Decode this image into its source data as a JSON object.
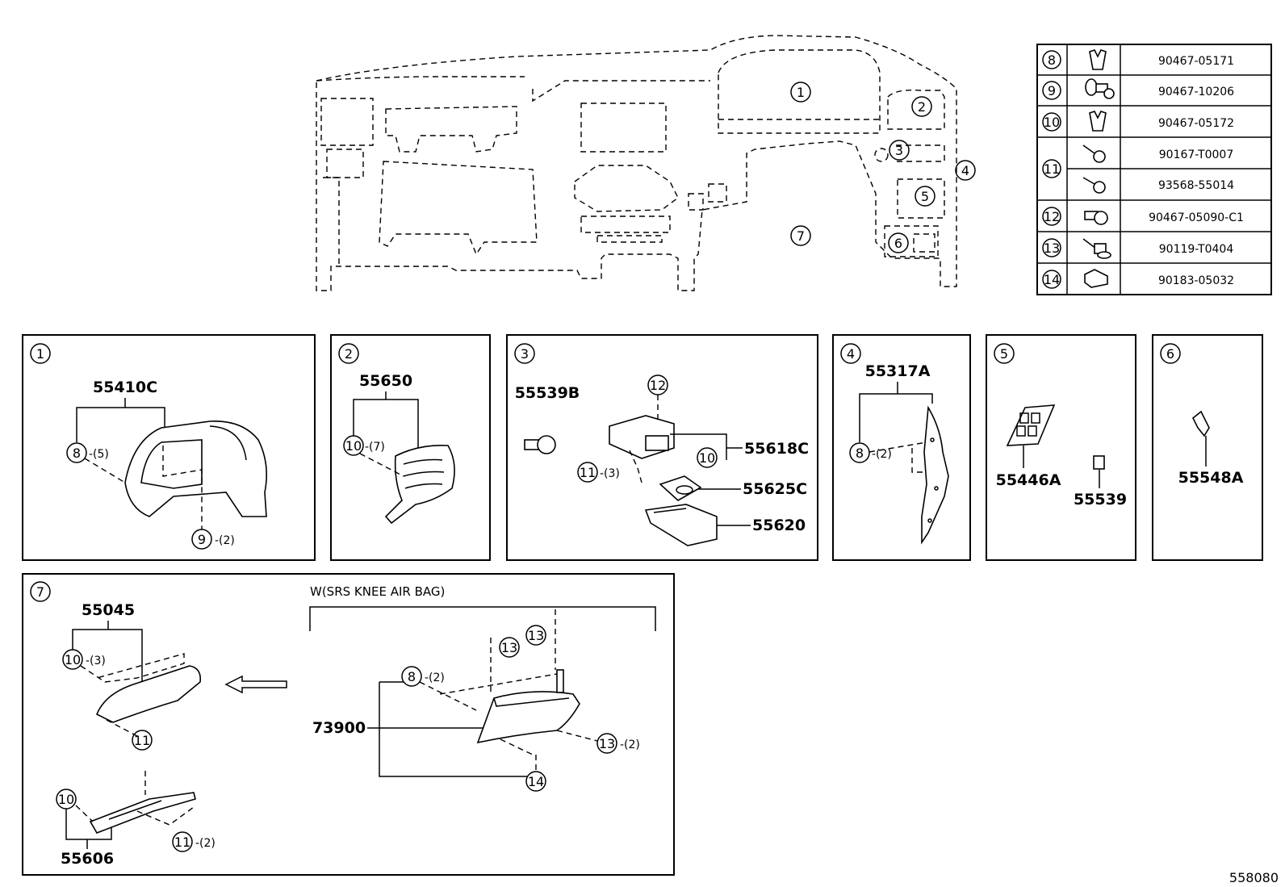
{
  "figure_number": "558080",
  "fastener_table": [
    {
      "ref": "8",
      "part_numbers": [
        "90467-05171"
      ],
      "icon": "clip-icon"
    },
    {
      "ref": "9",
      "part_numbers": [
        "90467-10206"
      ],
      "icon": "push-rivet-icon"
    },
    {
      "ref": "10",
      "part_numbers": [
        "90467-05172"
      ],
      "icon": "clip-icon"
    },
    {
      "ref": "11",
      "part_numbers": [
        "90167-T0007",
        "93568-55014"
      ],
      "icon": "screw-icon"
    },
    {
      "ref": "12",
      "part_numbers": [
        "90467-05090-C1"
      ],
      "icon": "pin-icon"
    },
    {
      "ref": "13",
      "part_numbers": [
        "90119-T0404"
      ],
      "icon": "bolt-icon"
    },
    {
      "ref": "14",
      "part_numbers": [
        "90183-05032"
      ],
      "icon": "nut-icon"
    }
  ],
  "overview_callouts": [
    "1",
    "2",
    "3",
    "4",
    "5",
    "6",
    "7"
  ],
  "panel1": {
    "id": "1",
    "part": "55410C",
    "c8": "8",
    "q8": "-(5)",
    "c9": "9",
    "q9": "-(2)"
  },
  "panel2": {
    "id": "2",
    "part": "55650",
    "c10": "10",
    "q10": "-(7)"
  },
  "panel3": {
    "id": "3",
    "p1": "55539B",
    "c12": "12",
    "c10": "10",
    "p2": "55618C",
    "c11": "11",
    "q11": "-(3)",
    "p3": "55625C",
    "p4": "55620"
  },
  "panel4": {
    "id": "4",
    "part": "55317A",
    "c8": "8",
    "q8": "-(2)"
  },
  "panel5": {
    "id": "5",
    "p1": "55446A",
    "p2": "55539"
  },
  "panel6": {
    "id": "6",
    "part": "55548A"
  },
  "panel7": {
    "id": "7",
    "p1": "55045",
    "c10a": "10",
    "q10a": "-(3)",
    "c11a": "11",
    "c10b": "10",
    "p2": "55606",
    "c11b": "11",
    "q11b": "-(2)",
    "note": "W(SRS KNEE AIR BAG)",
    "p3": "73900",
    "c13a": "13",
    "c13b": "13",
    "c8": "8",
    "q8": "-(2)",
    "c13c": "13",
    "q13c": "-(2)",
    "c14": "14"
  }
}
